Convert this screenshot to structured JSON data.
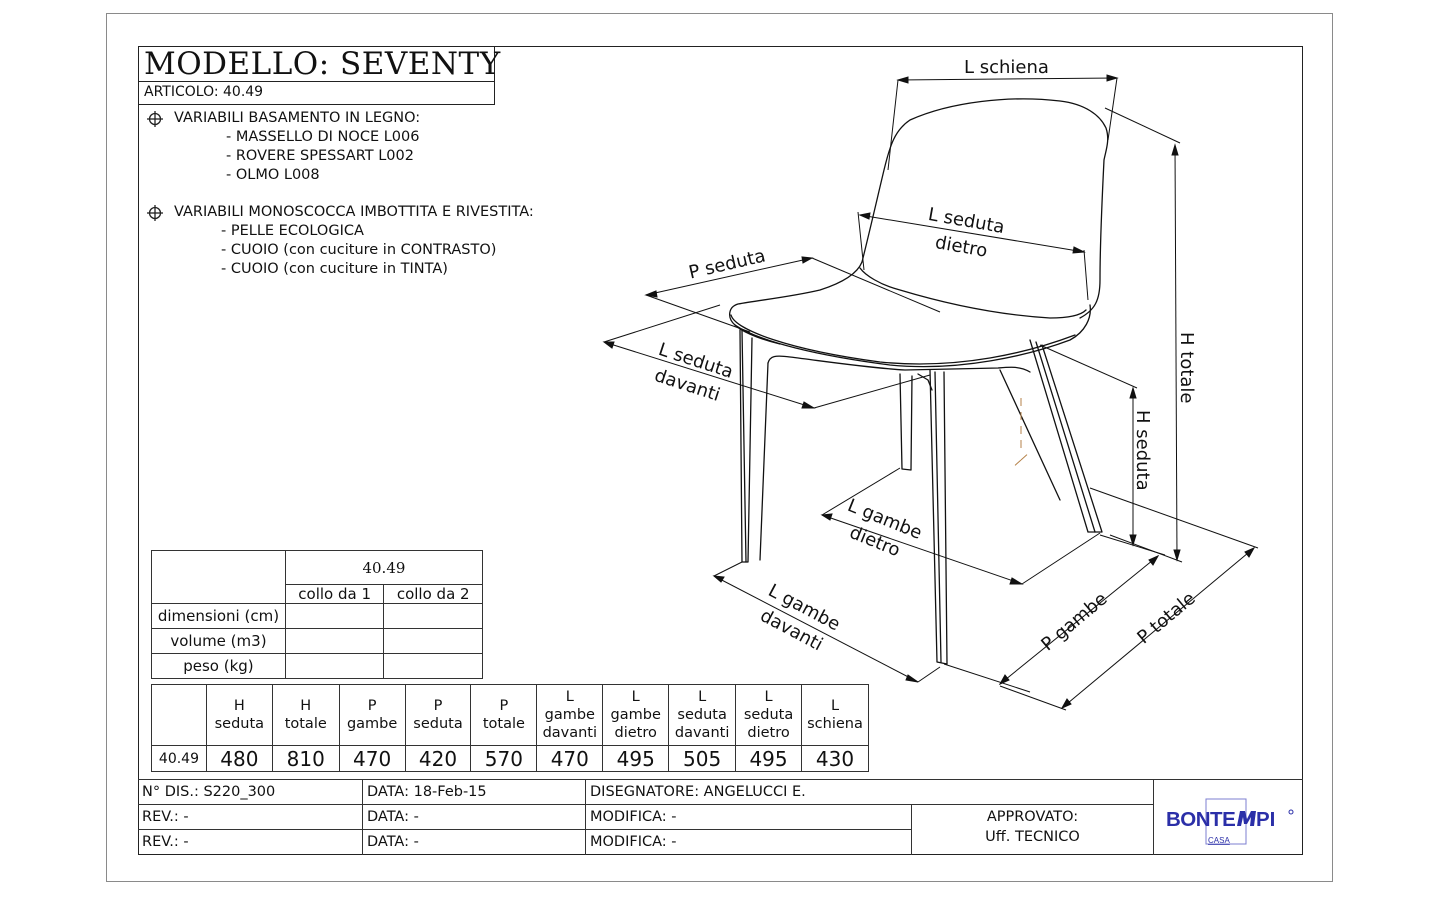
{
  "header": {
    "model_title": "MODELLO: SEVENTY",
    "article": "ARTICOLO: 40.49"
  },
  "variants": {
    "base": {
      "icon": "crosshair-target-icon",
      "title": "VARIABILI BASAMENTO IN LEGNO:",
      "items": [
        "- MASSELLO DI NOCE L006",
        "- ROVERE SPESSART L002",
        "- OLMO L008"
      ]
    },
    "shell": {
      "icon": "crosshair-target-icon",
      "title": "VARIABILI MONOSCOCCA IMBOTTITA E RIVESTITA:",
      "items": [
        "- PELLE ECOLOGICA",
        "- CUOIO (con cuciture in CONTRASTO)",
        "- CUOIO (con cuciture in TINTA)"
      ]
    }
  },
  "packaging_table": {
    "code": "40.49",
    "columns": [
      "collo da 1",
      "collo da 2"
    ],
    "rows": [
      {
        "label": "dimensioni (cm)",
        "values": [
          "",
          ""
        ]
      },
      {
        "label": "volume (m3)",
        "values": [
          "",
          ""
        ]
      },
      {
        "label": "peso (kg)",
        "values": [
          "",
          ""
        ]
      }
    ]
  },
  "dimensions_table": {
    "headers": [
      [
        "H",
        "seduta"
      ],
      [
        "H",
        "totale"
      ],
      [
        "P",
        "gambe"
      ],
      [
        "P",
        "seduta"
      ],
      [
        "P",
        "totale"
      ],
      [
        "L",
        "gambe",
        "davanti"
      ],
      [
        "L",
        "gambe",
        "dietro"
      ],
      [
        "L",
        "seduta",
        "davanti"
      ],
      [
        "L",
        "seduta",
        "dietro"
      ],
      [
        "L",
        "schiena"
      ]
    ],
    "row": {
      "code": "40.49",
      "values": [
        "480",
        "810",
        "470",
        "420",
        "570",
        "470",
        "495",
        "505",
        "495",
        "430"
      ]
    }
  },
  "title_block": {
    "drawing_no": "N° DIS.: S220_300",
    "date": "DATA: 18-Feb-15",
    "designer": "DISEGNATORE:  ANGELUCCI E.",
    "rev1": "REV.: -",
    "rev1_date": "DATA: -",
    "rev1_mod": "MODIFICA: -",
    "rev2": "REV.: -",
    "rev2_date": "DATA: -",
    "rev2_mod": "MODIFICA: -",
    "approved_label": "APPROVATO:",
    "approved_by": "Uff. TECNICO"
  },
  "logo": {
    "brand": "BONTEMPI",
    "sub": "CASA",
    "brand_color": "#2b2fa8",
    "frame_color": "#7c7fd0"
  },
  "drawing_labels": {
    "l_schiena": "L schiena",
    "l_seduta_dietro_1": "L seduta",
    "l_seduta_dietro_2": "dietro",
    "p_seduta": "P seduta",
    "l_seduta_davanti_1": "L seduta",
    "l_seduta_davanti_2": "davanti",
    "h_totale": "H totale",
    "h_seduta": "H seduta",
    "l_gambe_dietro_1": "L gambe",
    "l_gambe_dietro_2": "dietro",
    "l_gambe_davanti_1": "L gambe",
    "l_gambe_davanti_2": "davanti",
    "p_gambe": "P gambe",
    "p_totale": "P totale"
  }
}
